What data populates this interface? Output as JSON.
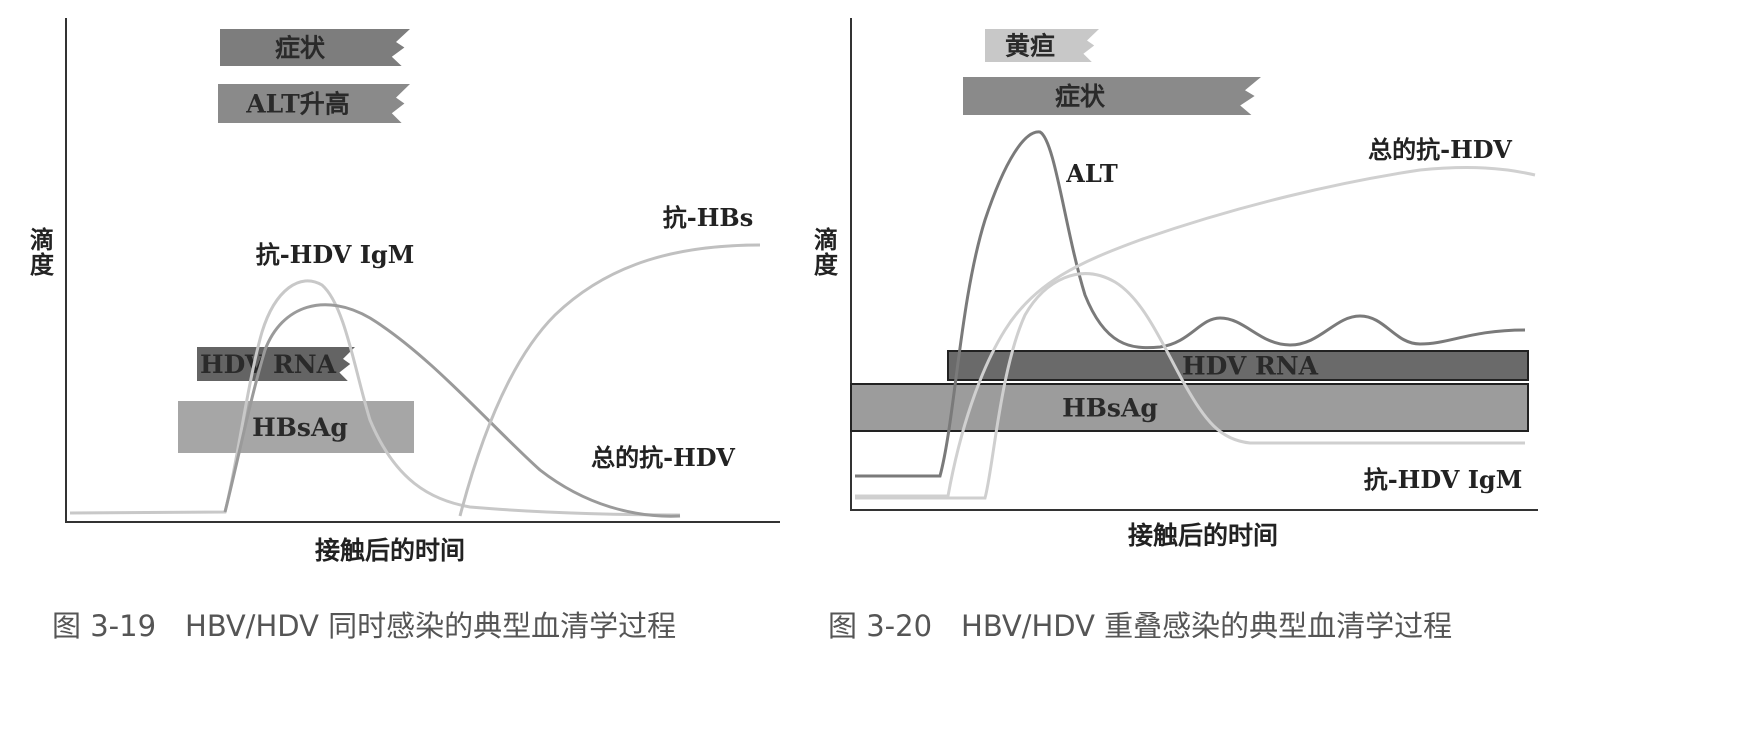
{
  "chart_data": [
    {
      "type": "line",
      "caption": "图 3-19　HBV/HDV 同时感染的典型血清学过程",
      "xlabel": "接触后的时间",
      "ylabel": "滴度",
      "bars": [
        {
          "label": "症状",
          "color": "#7d7d7d"
        },
        {
          "label": "ALT升高",
          "color": "#8a8a8a"
        },
        {
          "label": "HDV RNA",
          "color": "#646464"
        },
        {
          "label": "HBsAg",
          "color": "#a6a6a6"
        }
      ],
      "series": [
        {
          "name": "抗-HDV IgM",
          "color": "#c8c8c8"
        },
        {
          "name": "总的抗-HDV",
          "color": "#9a9a9a"
        },
        {
          "name": "抗-HBs",
          "color": "#c0c0c0"
        }
      ]
    },
    {
      "type": "line",
      "caption": "图 3-20　HBV/HDV 重叠感染的典型血清学过程",
      "xlabel": "接触后的时间",
      "ylabel": "滴度",
      "bars": [
        {
          "label": "黄疸",
          "color": "#c8c8c8"
        },
        {
          "label": "症状",
          "color": "#8a8a8a"
        },
        {
          "label": "HDV RNA",
          "color": "#6a6a6a"
        },
        {
          "label": "HBsAg",
          "color": "#9c9c9c"
        }
      ],
      "series": [
        {
          "name": "ALT",
          "color": "#7a7a7a"
        },
        {
          "name": "总的抗-HDV",
          "color": "#d0d0d0"
        },
        {
          "name": "抗-HDV IgM",
          "color": "#cfcfcf"
        }
      ]
    }
  ]
}
